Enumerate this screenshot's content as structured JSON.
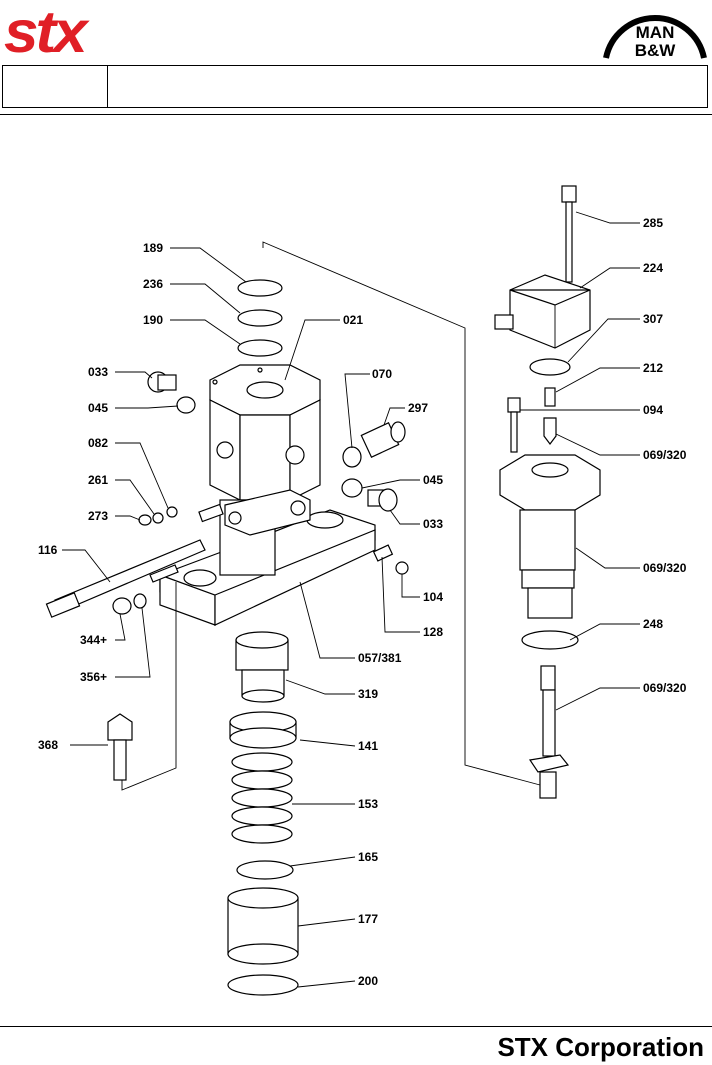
{
  "header": {
    "brand": "stx",
    "partner_logo_line1": "MAN",
    "partner_logo_line2": "B&W"
  },
  "footer": {
    "company": "STX Corporation"
  },
  "labels": {
    "l189": "189",
    "l236": "236",
    "l190": "190",
    "l021": "021",
    "l033a": "033",
    "l045a": "045",
    "l082": "082",
    "l261": "261",
    "l273": "273",
    "l116": "116",
    "l344": "344+",
    "l356": "356+",
    "l070": "070",
    "l297": "297",
    "l045b": "045",
    "l033b": "033",
    "l104": "104",
    "l128": "128",
    "l057": "057/381",
    "l319": "319",
    "l368": "368",
    "l141": "141",
    "l153": "153",
    "l165": "165",
    "l177": "177",
    "l200": "200",
    "l285": "285",
    "l224": "224",
    "l307": "307",
    "l212": "212",
    "l094": "094",
    "l069a": "069/320",
    "l069b": "069/320",
    "l248": "248",
    "l069c": "069/320"
  }
}
